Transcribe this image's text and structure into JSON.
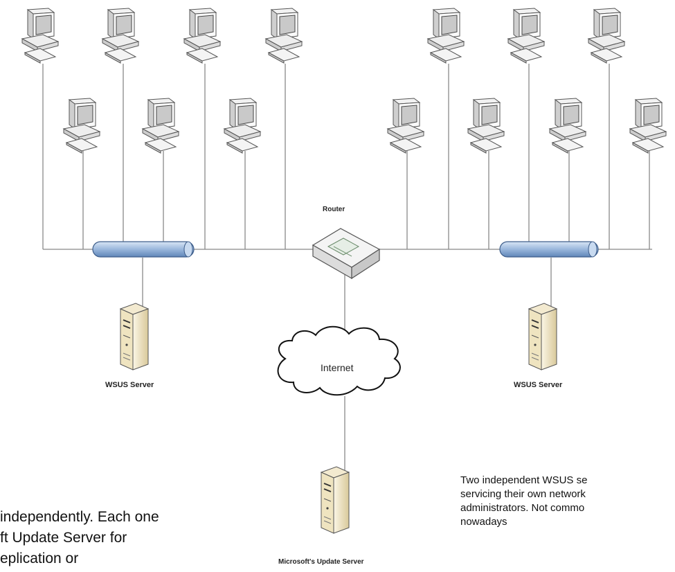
{
  "labels": {
    "router": "Router",
    "internet": "Internet",
    "wsus_left": "WSUS Server",
    "wsus_right": "WSUS Server",
    "microsoft_server": "Microsoft's Update Server"
  },
  "captions": {
    "left_line1": "independently.  Each one",
    "left_line2": "ft Update Server for",
    "left_line3": "eplication or",
    "right_line1": "Two independent WSUS se",
    "right_line2": "servicing their own network",
    "right_line3": "administrators.  Not commo",
    "right_line4": "nowadays"
  }
}
